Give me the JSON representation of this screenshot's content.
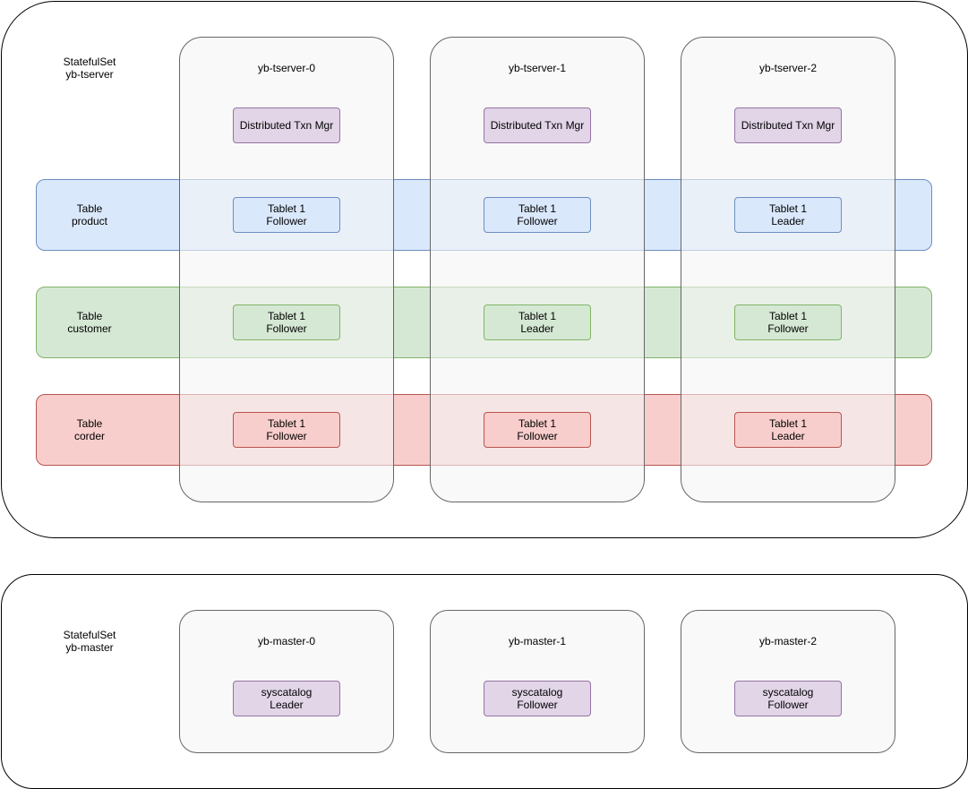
{
  "tserver_set": {
    "line1": "StatefulSet",
    "line2": "yb-tserver"
  },
  "master_set": {
    "line1": "StatefulSet",
    "line2": "yb-master"
  },
  "tables": [
    {
      "line1": "Table",
      "line2": "product"
    },
    {
      "line1": "Table",
      "line2": "customer"
    },
    {
      "line1": "Table",
      "line2": "corder"
    }
  ],
  "tservers": [
    {
      "name": "yb-tserver-0",
      "txn": "Distributed Txn Mgr",
      "tablets": [
        {
          "line1": "Tablet 1",
          "line2": "Follower"
        },
        {
          "line1": "Tablet 1",
          "line2": "Follower"
        },
        {
          "line1": "Tablet 1",
          "line2": "Follower"
        }
      ]
    },
    {
      "name": "yb-tserver-1",
      "txn": "Distributed Txn Mgr",
      "tablets": [
        {
          "line1": "Tablet 1",
          "line2": "Follower"
        },
        {
          "line1": "Tablet 1",
          "line2": "Leader"
        },
        {
          "line1": "Tablet 1",
          "line2": "Follower"
        }
      ]
    },
    {
      "name": "yb-tserver-2",
      "txn": "Distributed Txn Mgr",
      "tablets": [
        {
          "line1": "Tablet 1",
          "line2": "Leader"
        },
        {
          "line1": "Tablet 1",
          "line2": "Follower"
        },
        {
          "line1": "Tablet 1",
          "line2": "Leader"
        }
      ]
    }
  ],
  "masters": [
    {
      "name": "yb-master-0",
      "catalog": {
        "line1": "syscatalog",
        "line2": "Leader"
      }
    },
    {
      "name": "yb-master-1",
      "catalog": {
        "line1": "syscatalog",
        "line2": "Follower"
      }
    },
    {
      "name": "yb-master-2",
      "catalog": {
        "line1": "syscatalog",
        "line2": "Follower"
      }
    }
  ],
  "colors": {
    "purple_fill": "#e1d5e7",
    "blue_fill": "#dae8fc",
    "green_fill": "#d5e8d4",
    "red_fill": "#f8cecc",
    "pod_fill": "#f5f5f5"
  }
}
